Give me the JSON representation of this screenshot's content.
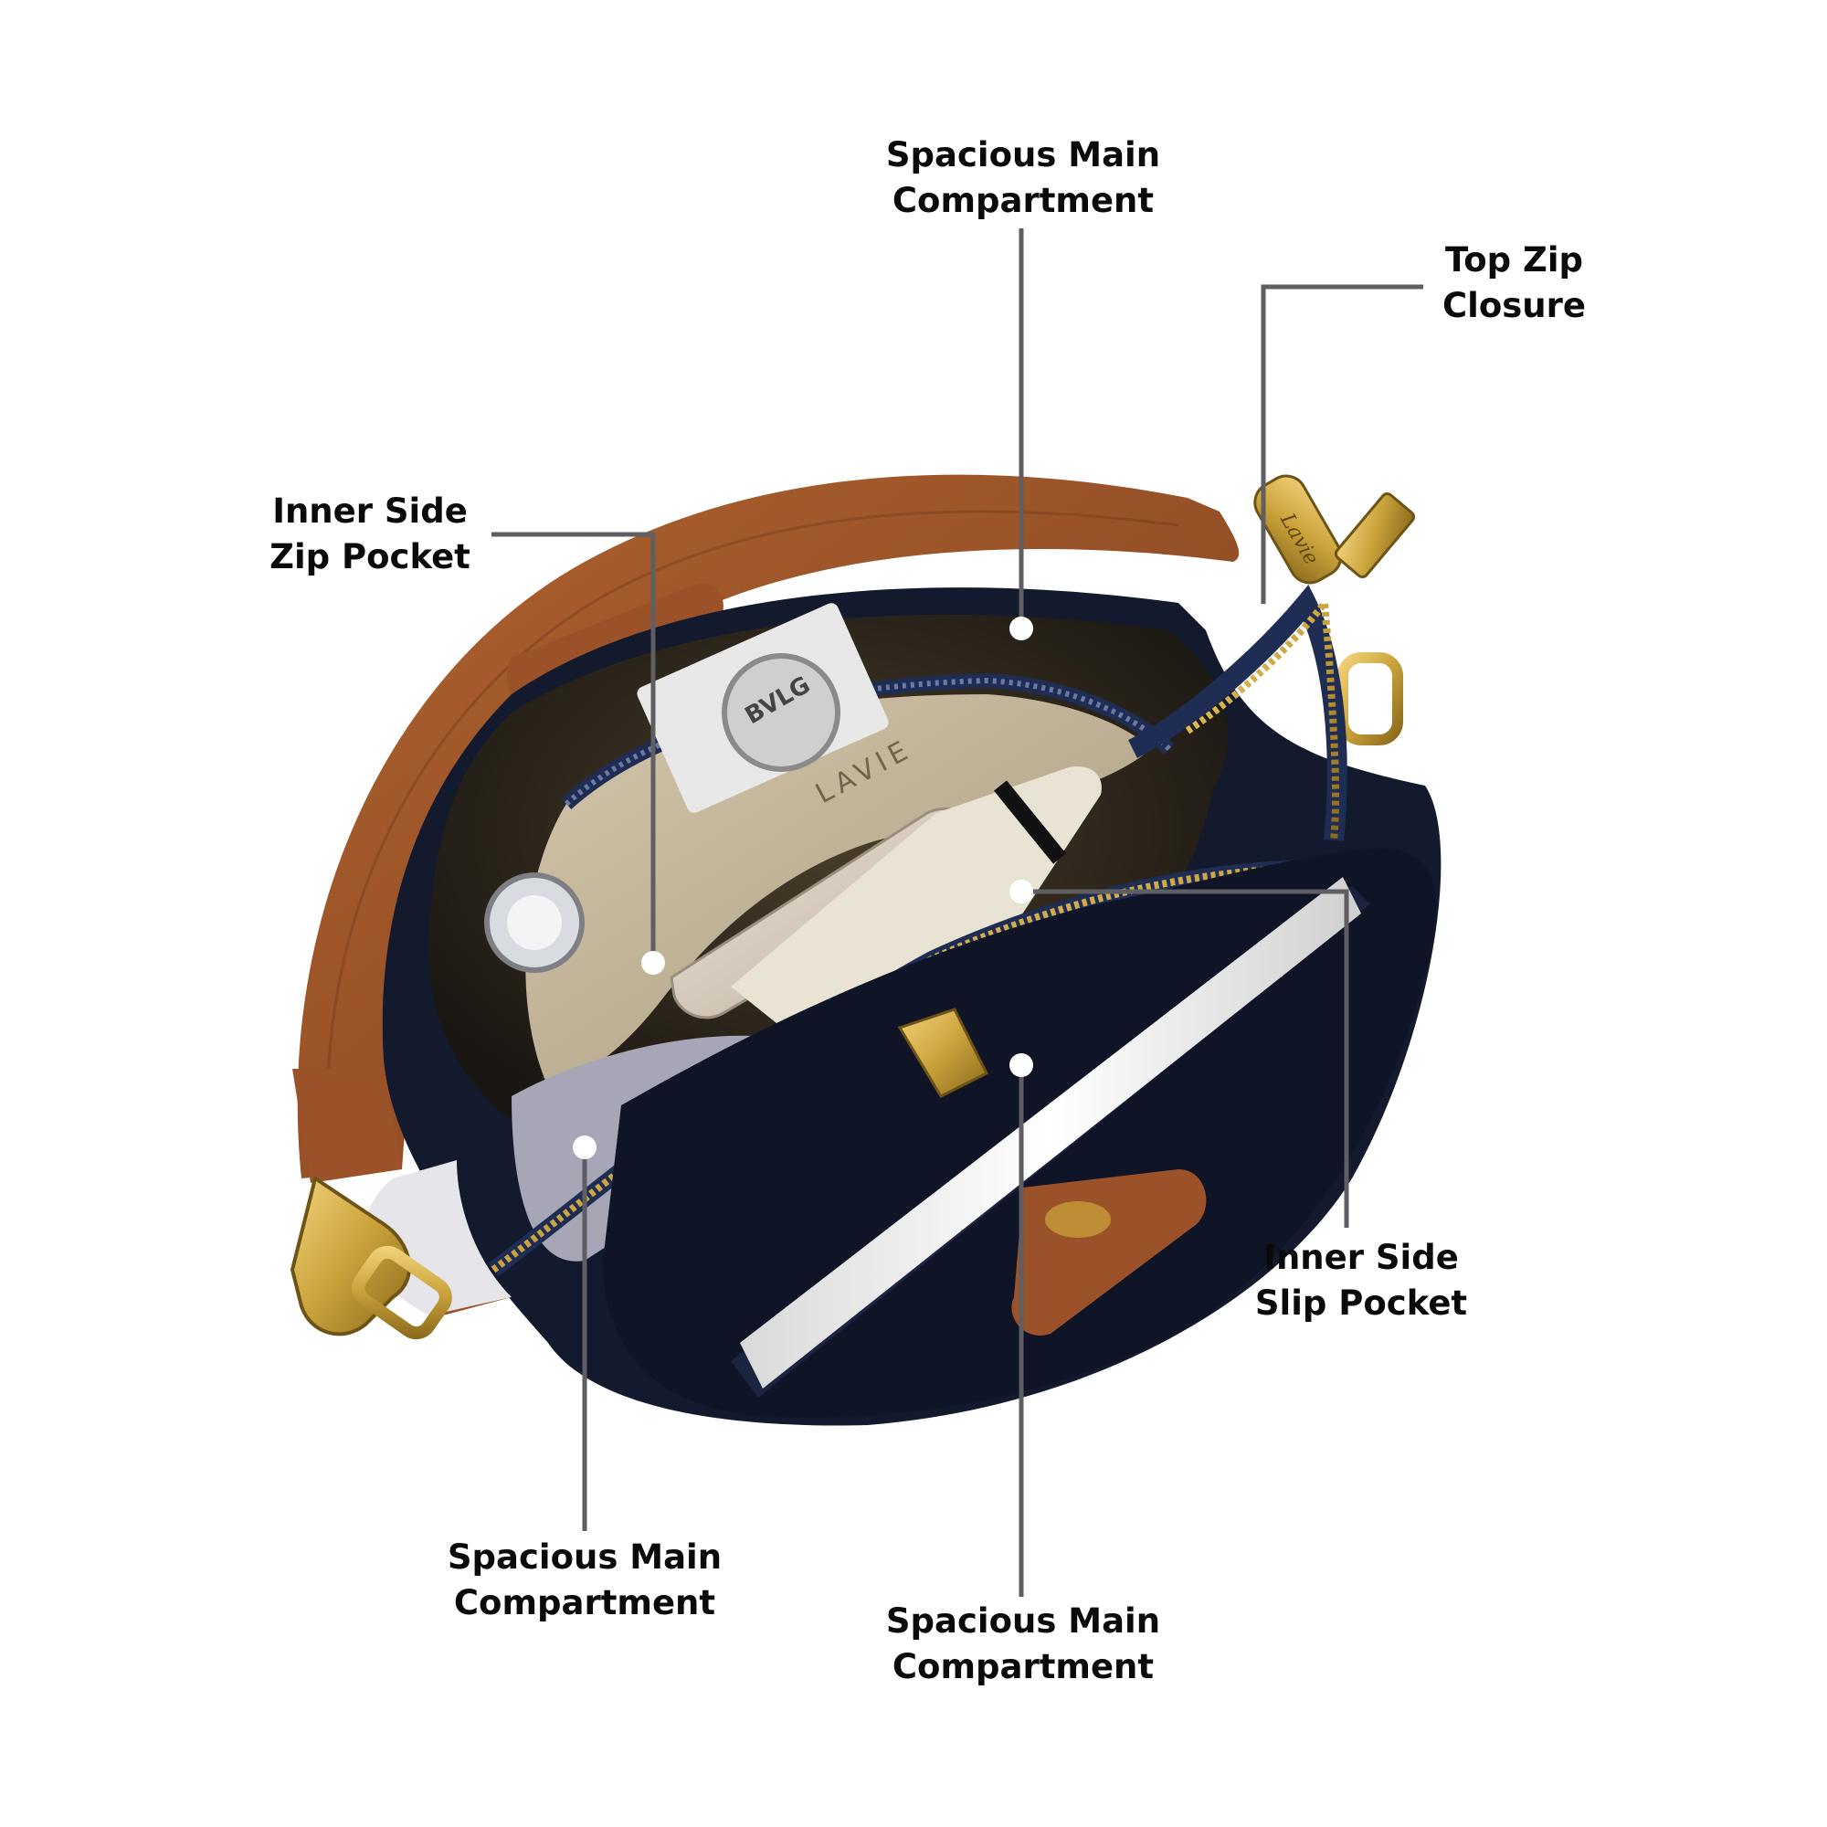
{
  "callouts": [
    {
      "id": "top-main",
      "line1": "Spacious Main",
      "line2": "Compartment"
    },
    {
      "id": "top-zip",
      "line1": "Top Zip",
      "line2": "Closure"
    },
    {
      "id": "inner-zip",
      "line1": "Inner Side",
      "line2": "Zip Pocket"
    },
    {
      "id": "inner-slip",
      "line1": "Inner Side",
      "line2": "Slip Pocket"
    },
    {
      "id": "bottom-left-main",
      "line1": "Spacious Main",
      "line2": "Compartment"
    },
    {
      "id": "bottom-main",
      "line1": "Spacious Main",
      "line2": "Compartment"
    }
  ],
  "product_text": {
    "lining_brand": "LAVIE",
    "coin_text": "BVLG",
    "zip_pull_text": "Lavie"
  },
  "colors": {
    "background": "#ffffff",
    "leader_line": "#5e5e63",
    "marker_dot": "#ffffff",
    "label_text": "#0a0a0a",
    "strap_tan": "#9c5229",
    "bag_navy": "#141a2e",
    "lining_beige": "#b8ab91",
    "hardware_gold": "#c9a23a"
  }
}
